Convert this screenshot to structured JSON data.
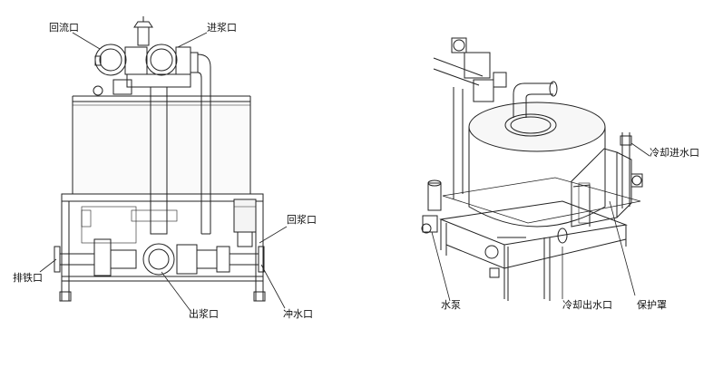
{
  "labels": {
    "return_port": "回流口",
    "inlet_port": "进浆口",
    "iron_discharge": "排铁口",
    "slurry_return": "回浆口",
    "slurry_outlet": "出浆口",
    "flush_port": "冲水口",
    "water_pump": "水泵",
    "cooling_inlet": "冷却进水口",
    "cooling_outlet": "冷却出水口",
    "protective_cover": "保护罩"
  },
  "colors": {
    "line": "#222222",
    "background": "#ffffff",
    "light_fill": "#f7f7f7"
  }
}
